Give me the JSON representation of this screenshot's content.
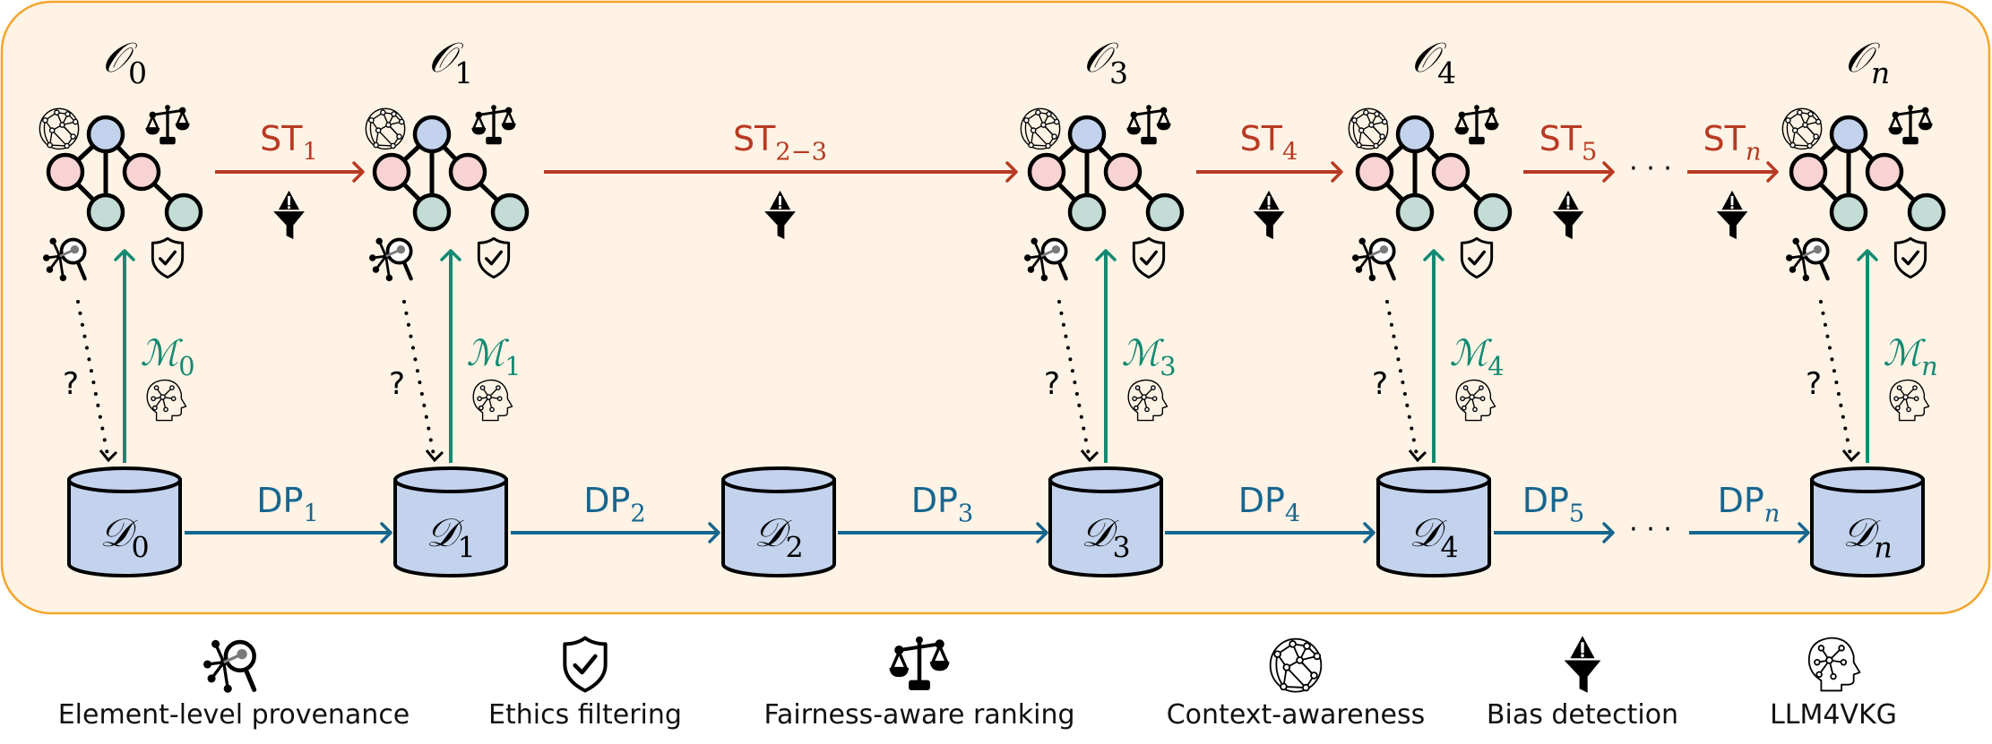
{
  "colors": {
    "panel_fill": "#FEF3E5",
    "panel_border": "#F4A52A",
    "semantic_arrow": "#B83A22",
    "mapping_arrow": "#138A72",
    "pipeline_arrow": "#17668F",
    "node_root": "#C3D3EE",
    "node_mid": "#F8D3D3",
    "node_leaf": "#C3DCD5",
    "cylinder_fill": "#C3D3EE",
    "ink": "#000000"
  },
  "stages": [
    {
      "id": "0",
      "ontology": {
        "symbol": "𝒪",
        "sub": "0"
      },
      "mapping": {
        "symbol": "ℳ",
        "sub": "0"
      },
      "dataset": {
        "symbol": "𝒟",
        "sub": "0"
      },
      "query_mark": "?"
    },
    {
      "id": "1",
      "ontology": {
        "symbol": "𝒪",
        "sub": "1"
      },
      "mapping": {
        "symbol": "ℳ",
        "sub": "1"
      },
      "dataset": {
        "symbol": "𝒟",
        "sub": "1"
      },
      "query_mark": "?"
    },
    {
      "id": "2",
      "ontology": null,
      "mapping": null,
      "dataset": {
        "symbol": "𝒟",
        "sub": "2"
      },
      "query_mark": null
    },
    {
      "id": "3",
      "ontology": {
        "symbol": "𝒪",
        "sub": "3"
      },
      "mapping": {
        "symbol": "ℳ",
        "sub": "3"
      },
      "dataset": {
        "symbol": "𝒟",
        "sub": "3"
      },
      "query_mark": "?"
    },
    {
      "id": "4",
      "ontology": {
        "symbol": "𝒪",
        "sub": "4"
      },
      "mapping": {
        "symbol": "ℳ",
        "sub": "4"
      },
      "dataset": {
        "symbol": "𝒟",
        "sub": "4"
      },
      "query_mark": "?"
    },
    {
      "id": "n",
      "ontology": {
        "symbol": "𝒪",
        "sub": "n"
      },
      "mapping": {
        "symbol": "ℳ",
        "sub": "n"
      },
      "dataset": {
        "symbol": "𝒟",
        "sub": "n"
      },
      "query_mark": "?"
    }
  ],
  "semantic_transitions": [
    {
      "label": "ST",
      "sub": "1",
      "from": "0",
      "to": "1",
      "icon": "bias-detection-icon"
    },
    {
      "label": "ST",
      "sub": "2−3",
      "from": "1",
      "to": "3",
      "icon": "bias-detection-icon"
    },
    {
      "label": "ST",
      "sub": "4",
      "from": "3",
      "to": "4",
      "icon": "bias-detection-icon"
    },
    {
      "label": "ST",
      "sub": "5",
      "from": "4",
      "to": "…",
      "icon": "bias-detection-icon"
    },
    {
      "label": "ST",
      "sub": "n",
      "from": "…",
      "to": "n",
      "icon": "bias-detection-icon"
    }
  ],
  "data_pipelines": [
    {
      "label": "DP",
      "sub": "1",
      "from": "0",
      "to": "1"
    },
    {
      "label": "DP",
      "sub": "2",
      "from": "1",
      "to": "2"
    },
    {
      "label": "DP",
      "sub": "3",
      "from": "2",
      "to": "3"
    },
    {
      "label": "DP",
      "sub": "4",
      "from": "3",
      "to": "4"
    },
    {
      "label": "DP",
      "sub": "5",
      "from": "4",
      "to": "…"
    },
    {
      "label": "DP",
      "sub": "n",
      "from": "…",
      "to": "n"
    }
  ],
  "ellipsis": "· · ·",
  "ontology_icons": [
    "context-awareness-icon",
    "fairness-aware-ranking-icon",
    "element-level-provenance-icon",
    "ethics-filtering-icon"
  ],
  "legend": [
    {
      "icon": "element-level-provenance-icon",
      "label": "Element-level provenance"
    },
    {
      "icon": "ethics-filtering-icon",
      "label": "Ethics filtering"
    },
    {
      "icon": "fairness-aware-ranking-icon",
      "label": "Fairness-aware ranking"
    },
    {
      "icon": "context-awareness-icon",
      "label": "Context-awareness"
    },
    {
      "icon": "bias-detection-icon",
      "label": "Bias detection"
    },
    {
      "icon": "llm4vkg-icon",
      "label": "LLM4VKG"
    }
  ]
}
